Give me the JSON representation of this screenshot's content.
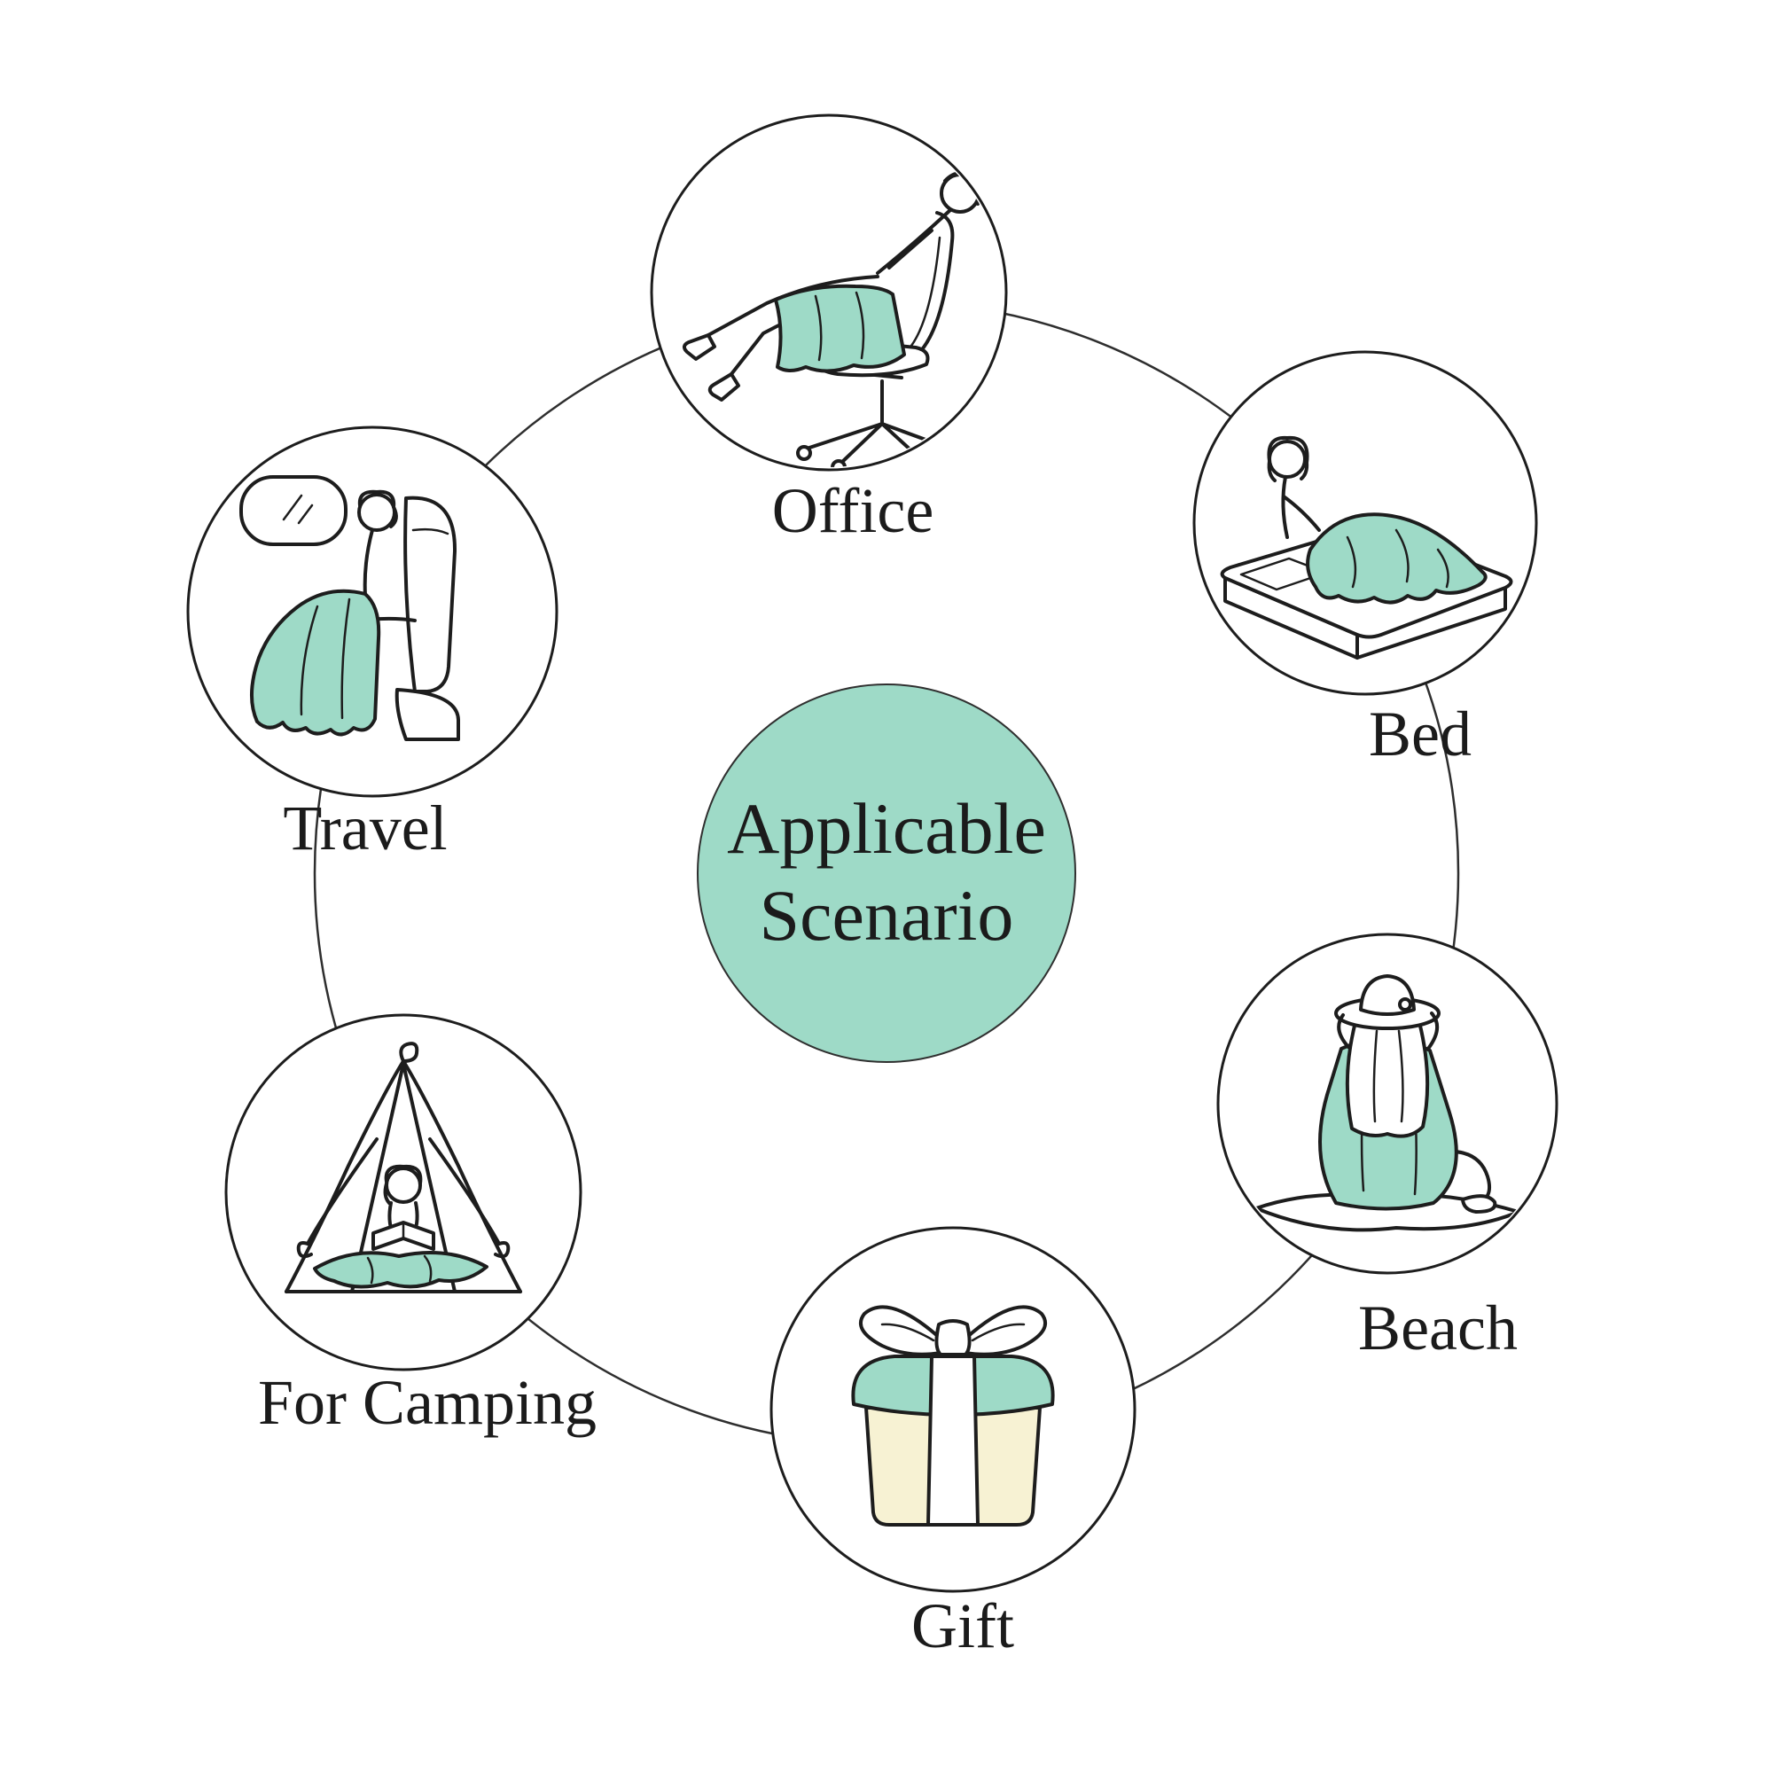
{
  "title": "Applicable Scenario",
  "center": {
    "line1": "Applicable",
    "line2": "Scenario"
  },
  "colors": {
    "accent_teal": "#9edac7",
    "cream": "#f7f2d3",
    "outline": "#1d1d1d",
    "background": "#ffffff"
  },
  "scenarios": [
    {
      "label": "Office",
      "icon": "office-chair-blanket-icon"
    },
    {
      "label": "Bed",
      "icon": "bed-blanket-icon"
    },
    {
      "label": "Beach",
      "icon": "beach-cover-up-icon"
    },
    {
      "label": "Gift",
      "icon": "gift-box-icon"
    },
    {
      "label": "For Camping",
      "icon": "camping-tent-blanket-icon"
    },
    {
      "label": "Travel",
      "icon": "airplane-seat-blanket-icon"
    }
  ]
}
